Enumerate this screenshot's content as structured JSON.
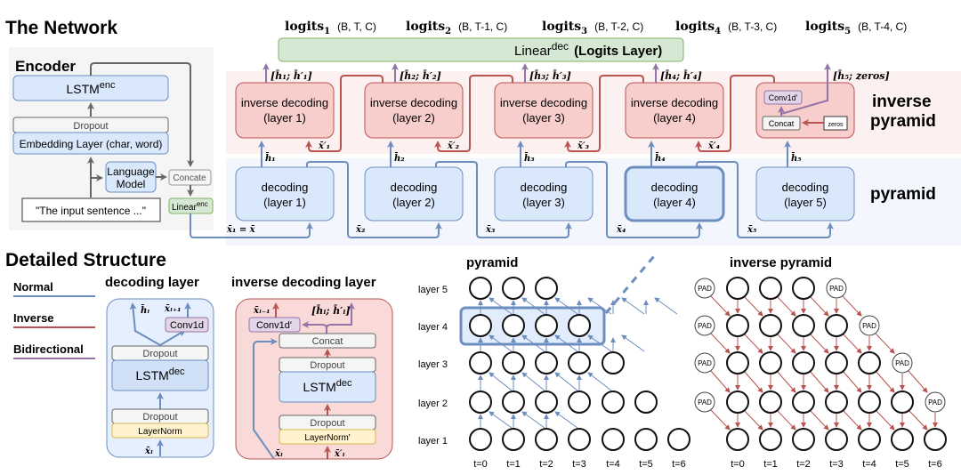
{
  "titles": {
    "network": "The Network",
    "detailed": "Detailed Structure",
    "encoder": "Encoder",
    "inverse_pyramid_side": [
      "inverse",
      "pyramid"
    ],
    "pyramid_side": "pyramid",
    "decoding_layer": "decoding layer",
    "inverse_decoding_layer": "inverse decoding layer",
    "pyramid_graph": "pyramid",
    "inverse_pyramid_graph": "inverse pyramid"
  },
  "encoder": {
    "lstm": "LSTM",
    "lstm_sup": "enc",
    "dropout": "Dropout",
    "embedding": "Embedding Layer (char, word)",
    "language_model": [
      "Language",
      "Model"
    ],
    "concate": "Concate",
    "linear": "Linear",
    "linear_sup": "enc",
    "input": "\"The input sentence ...\""
  },
  "logits": [
    {
      "label": "logits",
      "sub": "1",
      "shape": "(B, T, C)"
    },
    {
      "label": "logits",
      "sub": "2",
      "shape": "(B, T-1, C)"
    },
    {
      "label": "logits",
      "sub": "3",
      "shape": "(B, T-2, C)"
    },
    {
      "label": "logits",
      "sub": "4",
      "shape": "(B, T-3, C)"
    },
    {
      "label": "logits",
      "sub": "5",
      "shape": "(B, T-4, C)"
    }
  ],
  "logits_layer": {
    "name": "Linear",
    "sup": "dec",
    "desc": "(Logits Layer)"
  },
  "inverse_layers": [
    {
      "title": "inverse decoding",
      "layer": "(layer 1)",
      "out": "[h̄₁; h̄′₁]",
      "xprime": "x̄′₁"
    },
    {
      "title": "inverse decoding",
      "layer": "(layer 2)",
      "out": "[h̄₂; h̄′₂]",
      "xprime": "x̄′₂"
    },
    {
      "title": "inverse decoding",
      "layer": "(layer 3)",
      "out": "[h̄₃; h̄′₃]",
      "xprime": "x̄′₃"
    },
    {
      "title": "inverse decoding",
      "layer": "(layer 4)",
      "out": "[h̄₄; h̄′₄]",
      "xprime": "x̄′₄"
    }
  ],
  "inverse_top": {
    "conv": "Conv1d'",
    "concat": "Concat",
    "zeros": "zeros",
    "out": "[h̄₅; zeros]"
  },
  "decoding_layers": [
    {
      "title": "decoding",
      "layer": "(layer 1)",
      "h": "h̄₁",
      "x": "x̄₁ = x̄"
    },
    {
      "title": "decoding",
      "layer": "(layer 2)",
      "h": "h̄₂",
      "x": "x̄₂"
    },
    {
      "title": "decoding",
      "layer": "(layer 3)",
      "h": "h̄₃",
      "x": "x̄₃"
    },
    {
      "title": "decoding",
      "layer": "(layer 4)",
      "h": "h̄₄",
      "x": "x̄₄"
    },
    {
      "title": "decoding",
      "layer": "(layer 5)",
      "h": "h̄₅",
      "x": "x̄₅"
    }
  ],
  "legend": [
    {
      "label": "Normal",
      "color": "#6c8ebf"
    },
    {
      "label": "Inverse",
      "color": "#b85450"
    },
    {
      "label": "Bidirectional",
      "color": "#9673a6"
    }
  ],
  "decoding_detail": {
    "h": "h̄ₗ",
    "xnext": "x̄ₗ₊₁",
    "conv": "Conv1d",
    "dropout_top": "Dropout",
    "lstm": "LSTM",
    "lstm_sup": "dec",
    "dropout_bottom": "Dropout",
    "norm": "LayerNorm",
    "x": "x̄ₗ"
  },
  "inverse_detail": {
    "xprev": "x̄ₗ₋₁",
    "out": "[h̄ₗ; h̄′ₗ]",
    "conv": "Conv1d'",
    "concat": "Concat",
    "dropout_top": "Dropout",
    "lstm": "LSTM",
    "lstm_sup": "dec",
    "dropout_bottom": "Dropout",
    "norm": "LayerNorm'",
    "x": "x̄ₗ",
    "xprime": "x̄′ₗ"
  },
  "pyramid_graph": {
    "row_labels": [
      "layer 5",
      "layer 4",
      "layer 3",
      "layer 2",
      "layer 1"
    ],
    "nodes_per_layer": [
      3,
      4,
      5,
      6,
      7
    ],
    "highlighted_layer": 4,
    "time_labels": [
      "t=0",
      "t=1",
      "t=2",
      "t=3",
      "t=4",
      "t=5",
      "t=6"
    ]
  },
  "inverse_pyramid_graph": {
    "pad_label": "PAD",
    "time_labels": [
      "t=0",
      "t=1",
      "t=2",
      "t=3",
      "t=4",
      "t=5",
      "t=6"
    ]
  },
  "colors": {
    "normal": "#6c8ebf",
    "inverse": "#b85450",
    "bidirectional": "#9673a6",
    "blue_fill": "#dae8fc",
    "red_fill": "#f8cecc",
    "green_fill": "#d5e8d4",
    "purple_fill": "#e1d5e7",
    "yellow_fill": "#fff2cc"
  }
}
